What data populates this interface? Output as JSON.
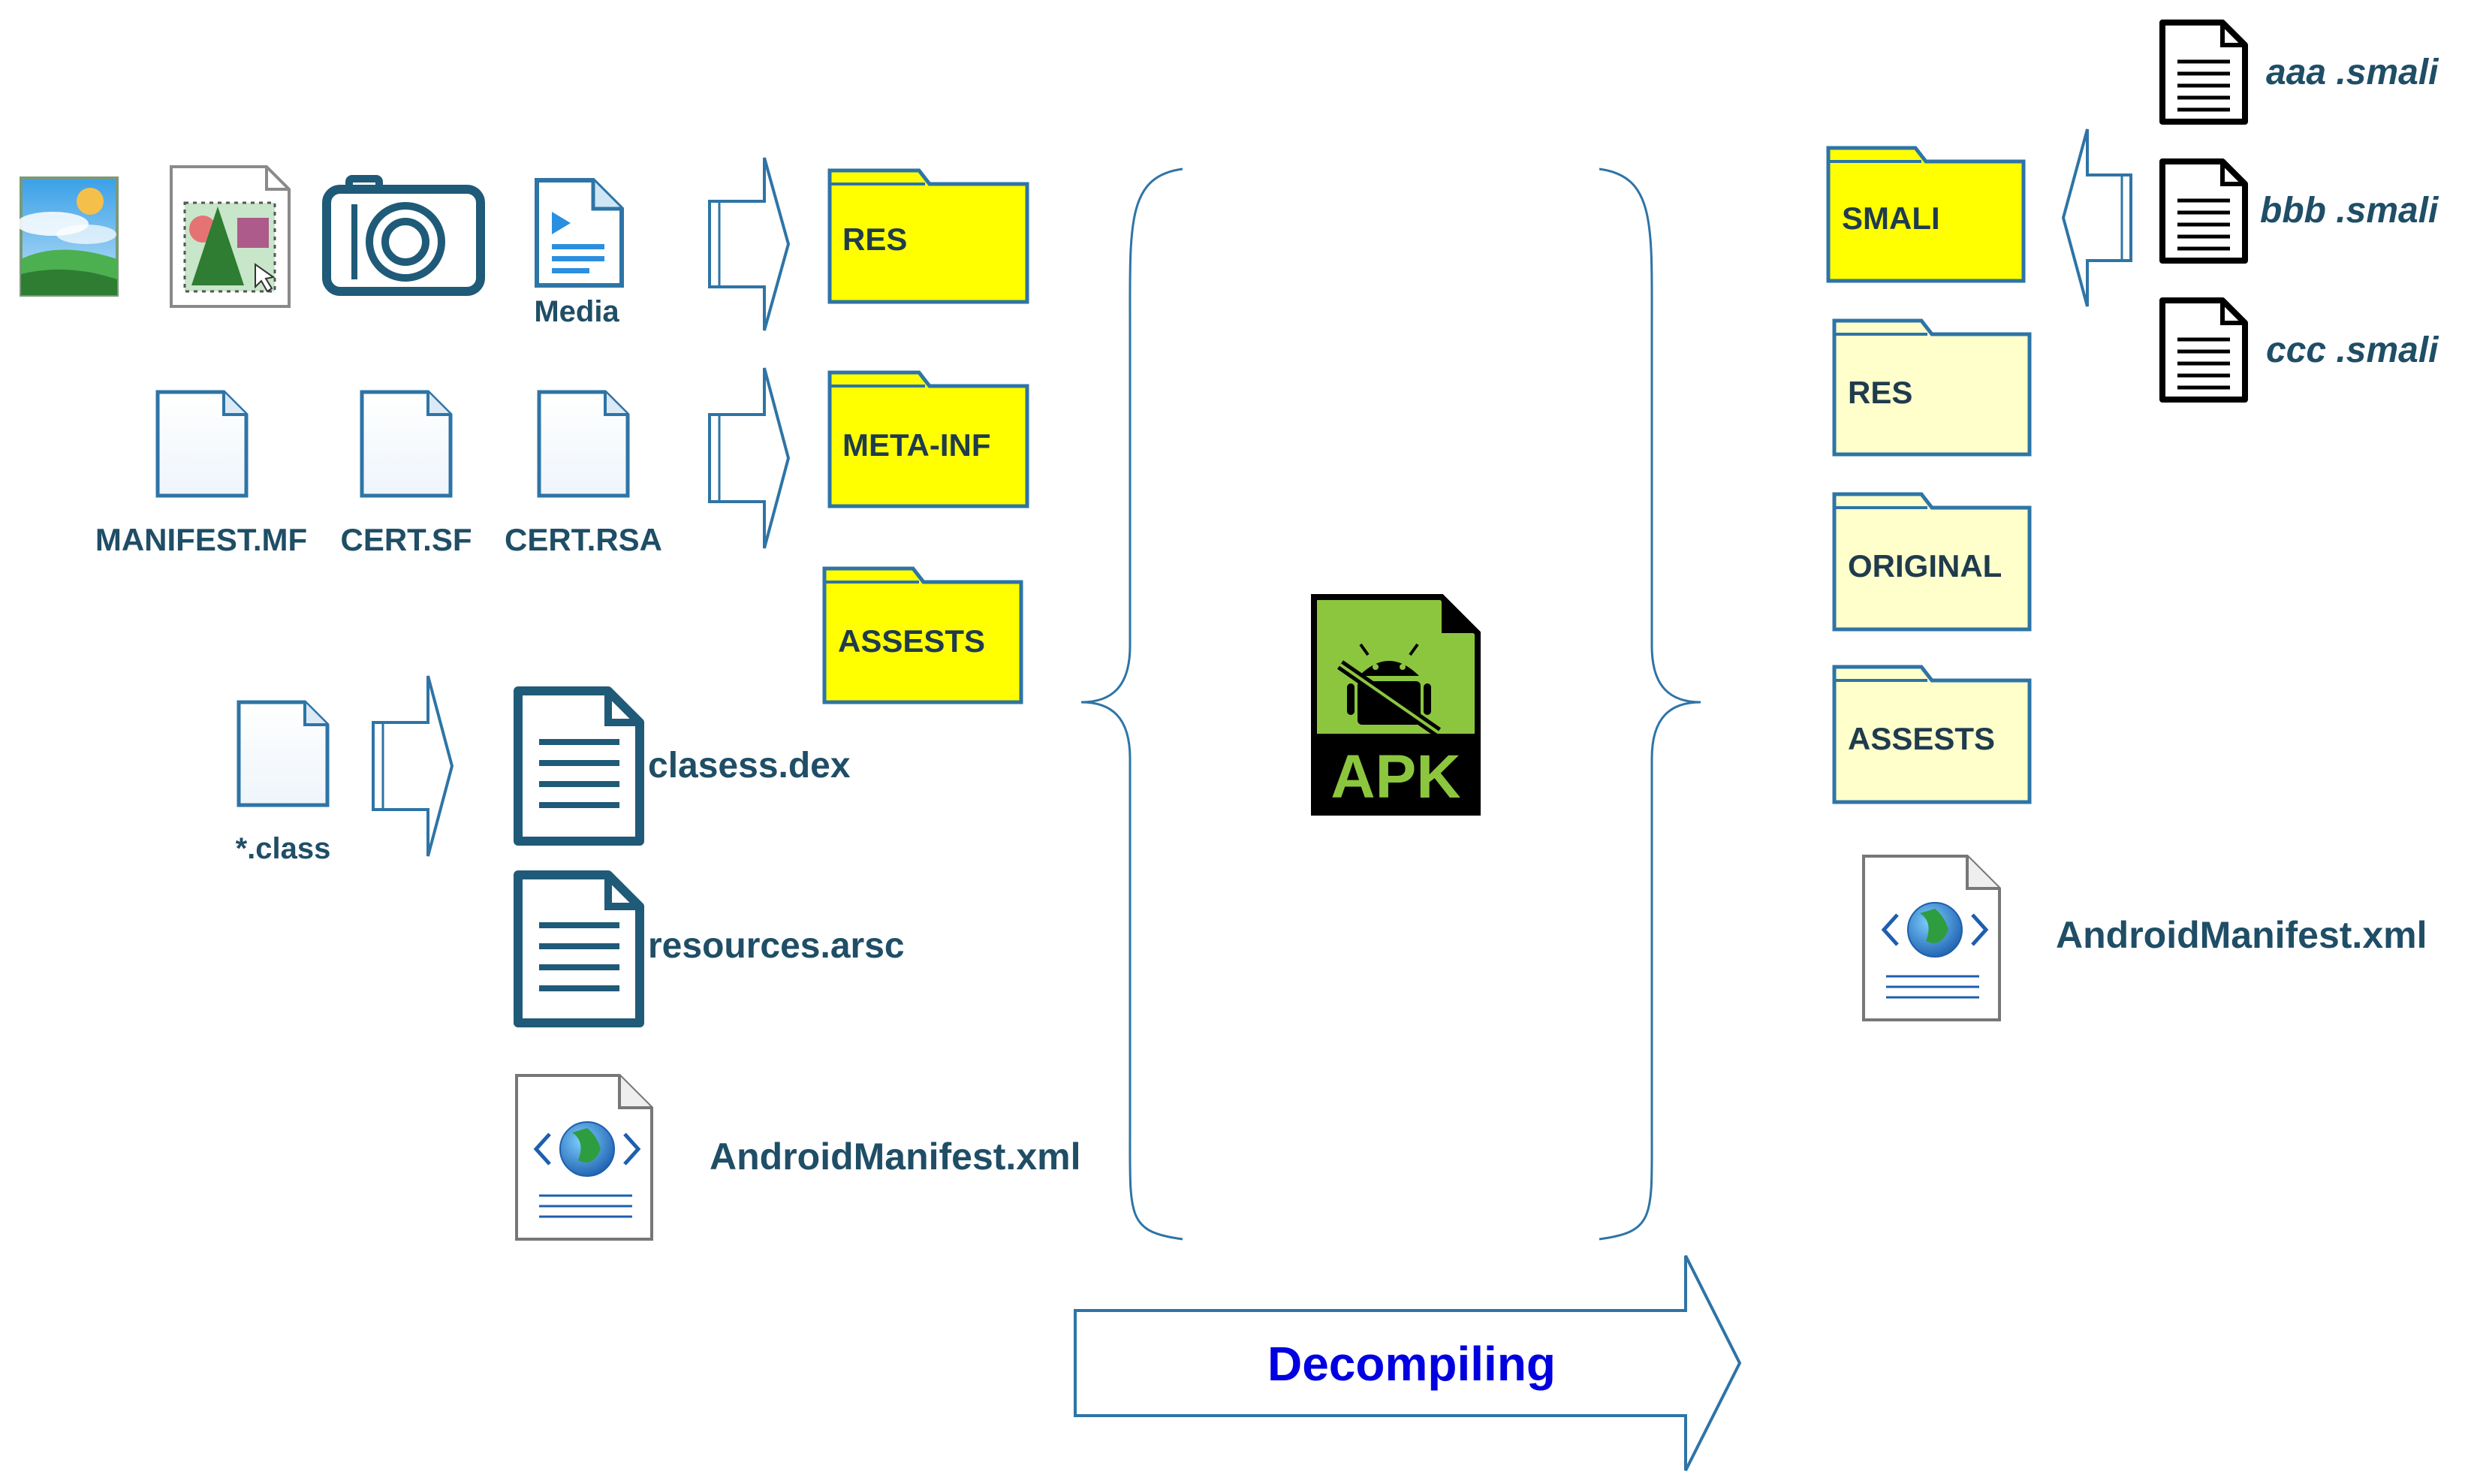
{
  "colors": {
    "outline_blue": "#2e74a6",
    "dark_teal": "#1f5a78",
    "folder_bright": "#ffff00",
    "folder_pale": "#ffffcc",
    "apk_green": "#8cc63f",
    "decompiling_text": "#0000e0"
  },
  "source": {
    "media_label": "Media",
    "meta_files": [
      "MANIFEST.MF",
      "CERT.SF",
      "CERT.RSA"
    ],
    "class_label": "*.class",
    "dex_label": "clasess.dex",
    "arsc_label": "resources.arsc",
    "manifest_label": "AndroidManifest.xml"
  },
  "apk_folders": [
    "RES",
    "META-INF",
    "ASSESTS"
  ],
  "apk_label": "APK",
  "decompiling_label": "Decompiling",
  "output": {
    "folders": [
      "SMALI",
      "RES",
      "ORIGINAL",
      "ASSESTS"
    ],
    "smali_files": [
      "aaa .smali",
      "bbb .smali",
      "ccc .smali"
    ],
    "manifest_label": "AndroidManifest.xml"
  },
  "icons": {
    "media_icons": [
      "landscape-image-icon",
      "image-edit-icon",
      "camera-icon",
      "media-file-icon"
    ],
    "file_icon": "blank-document-icon",
    "text_file_icon": "text-document-icon",
    "xml_icon": "globe-xml-document-icon",
    "apk_icon": "android-apk-file-icon",
    "folder_icon": "folder-icon"
  }
}
